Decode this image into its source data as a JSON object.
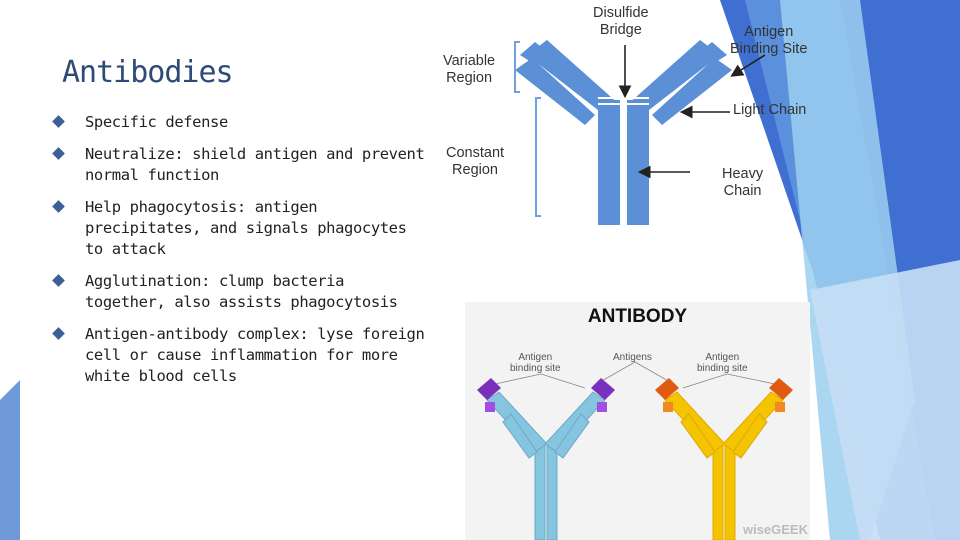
{
  "slide": {
    "title": "Antibodies",
    "bullets": [
      "Specific defense",
      "Neutralize: shield antigen and prevent normal function",
      "Help phagocytosis: antigen precipitates, and signals phagocytes to attack",
      "Agglutination: clump bacteria together, also assists phagocytosis",
      "Antigen-antibody complex: lyse foreign cell or cause inflammation for more white blood cells"
    ]
  },
  "diagram1": {
    "disulfide_bridge": "Disulfide\nBridge",
    "antigen_binding_site": "Antigen\nBinding Site",
    "variable_region": "Variable\nRegion",
    "light_chain": "Light Chain",
    "constant_region": "Constant\nRegion",
    "heavy_chain": "Heavy\nChain",
    "antibody_color": "#5b8fd6"
  },
  "diagram2": {
    "title": "ANTIBODY",
    "label_left": "Antigen\nbinding site",
    "label_center": "Antigens",
    "label_right": "Antigen\nbinding site",
    "brand": "wiseGEEK",
    "colors": {
      "blue": "#86c5e0",
      "purple": "#7b2fbd",
      "yellow": "#f5c400",
      "orange": "#e05a10"
    }
  },
  "theme": {
    "accent_dark": "#3b63c9",
    "accent_light": "#8fc4ee"
  }
}
